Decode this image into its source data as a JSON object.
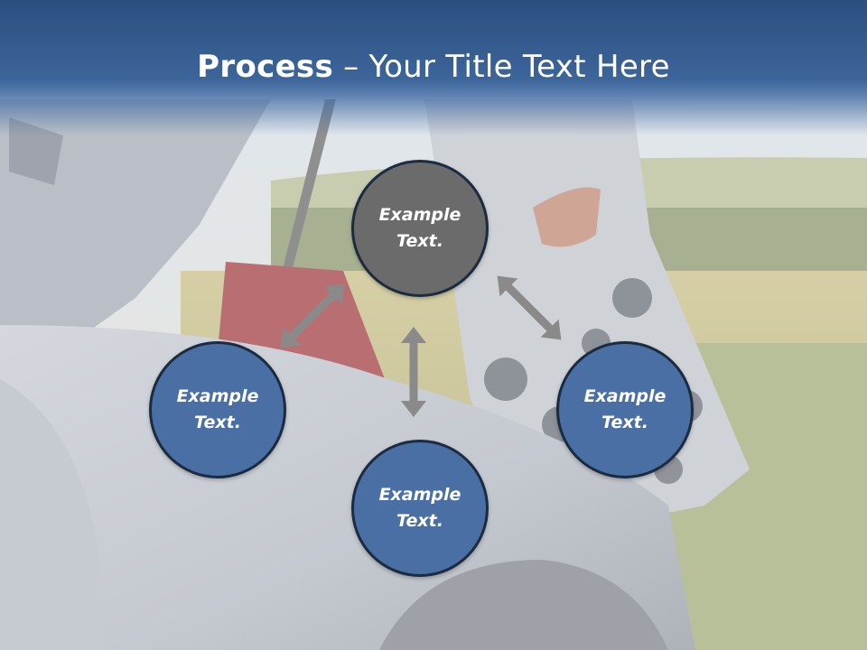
{
  "slide": {
    "title_bold": "Process",
    "title_rest": " – Your Title Text Here"
  },
  "cycle": {
    "top": {
      "line1": "Example",
      "line2": "Text."
    },
    "left": {
      "line1": "Example",
      "line2": "Text."
    },
    "right": {
      "line1": "Example",
      "line2": "Text."
    },
    "bottom": {
      "line1": "Example",
      "line2": "Text."
    }
  },
  "colors": {
    "header": "#3c659a",
    "circle_blue": "#4a6fa5",
    "circle_gray": "#6b6b6b",
    "arrow": "#8a8a8a"
  }
}
